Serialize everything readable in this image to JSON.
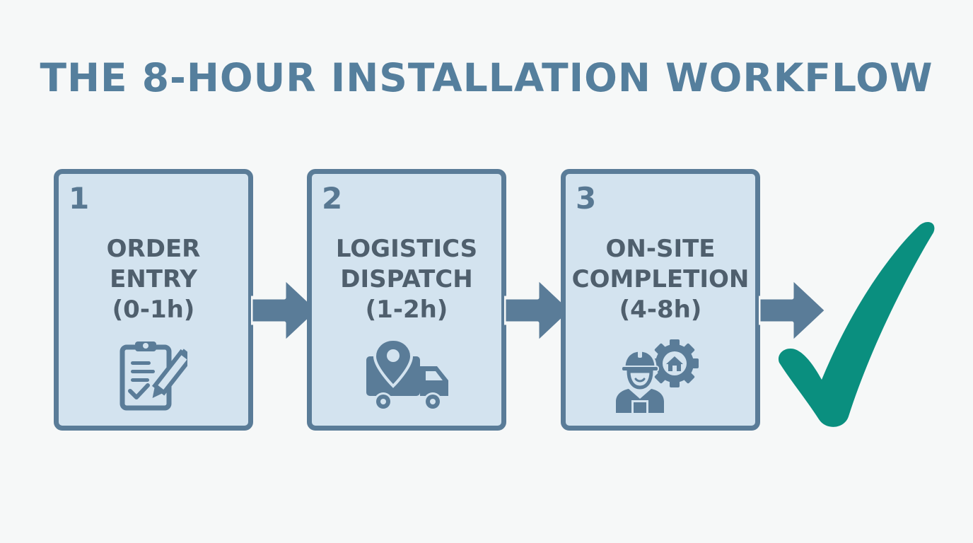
{
  "title": "THE 8-HOUR INSTALLATION WORKFLOW",
  "colors": {
    "background": "#f6f8f8",
    "title": "#557f9d",
    "box_fill": "#d3e3ef",
    "box_border": "#5a7c98",
    "text": "#4f5f6d",
    "arrow": "#5a7c98",
    "check": "#0a8f7f"
  },
  "steps": [
    {
      "number": "1",
      "lines": [
        "ORDER",
        "ENTRY",
        "(0-1h)"
      ],
      "icon": "clipboard-checklist-pencil-icon"
    },
    {
      "number": "2",
      "lines": [
        "LOGISTICS",
        "DISPATCH",
        "(1-2h)"
      ],
      "icon": "delivery-truck-location-pin-icon"
    },
    {
      "number": "3",
      "lines": [
        "ON-SITE",
        "COMPLETION",
        "(4-8h)"
      ],
      "icon": "worker-gear-house-icon"
    }
  ],
  "final_icon": "checkmark-icon"
}
